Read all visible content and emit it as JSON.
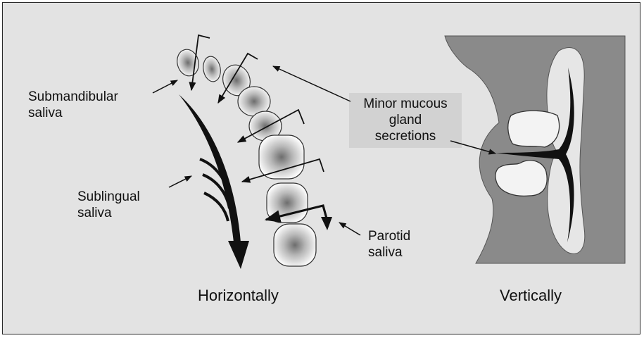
{
  "labels": {
    "submandibular": [
      "Submandibular",
      "saliva"
    ],
    "sublingual": [
      "Sublingual",
      "saliva"
    ],
    "parotid": [
      "Parotid",
      "saliva"
    ],
    "minor": [
      "Minor mucous",
      "gland",
      "secretions"
    ]
  },
  "captions": {
    "left": "Horizontally",
    "right": "Vertically"
  },
  "colors": {
    "panel": "#e3e3e3",
    "tissue": "#8a8a8a",
    "minor_box": "#d2d2d2",
    "ink": "#111111"
  }
}
